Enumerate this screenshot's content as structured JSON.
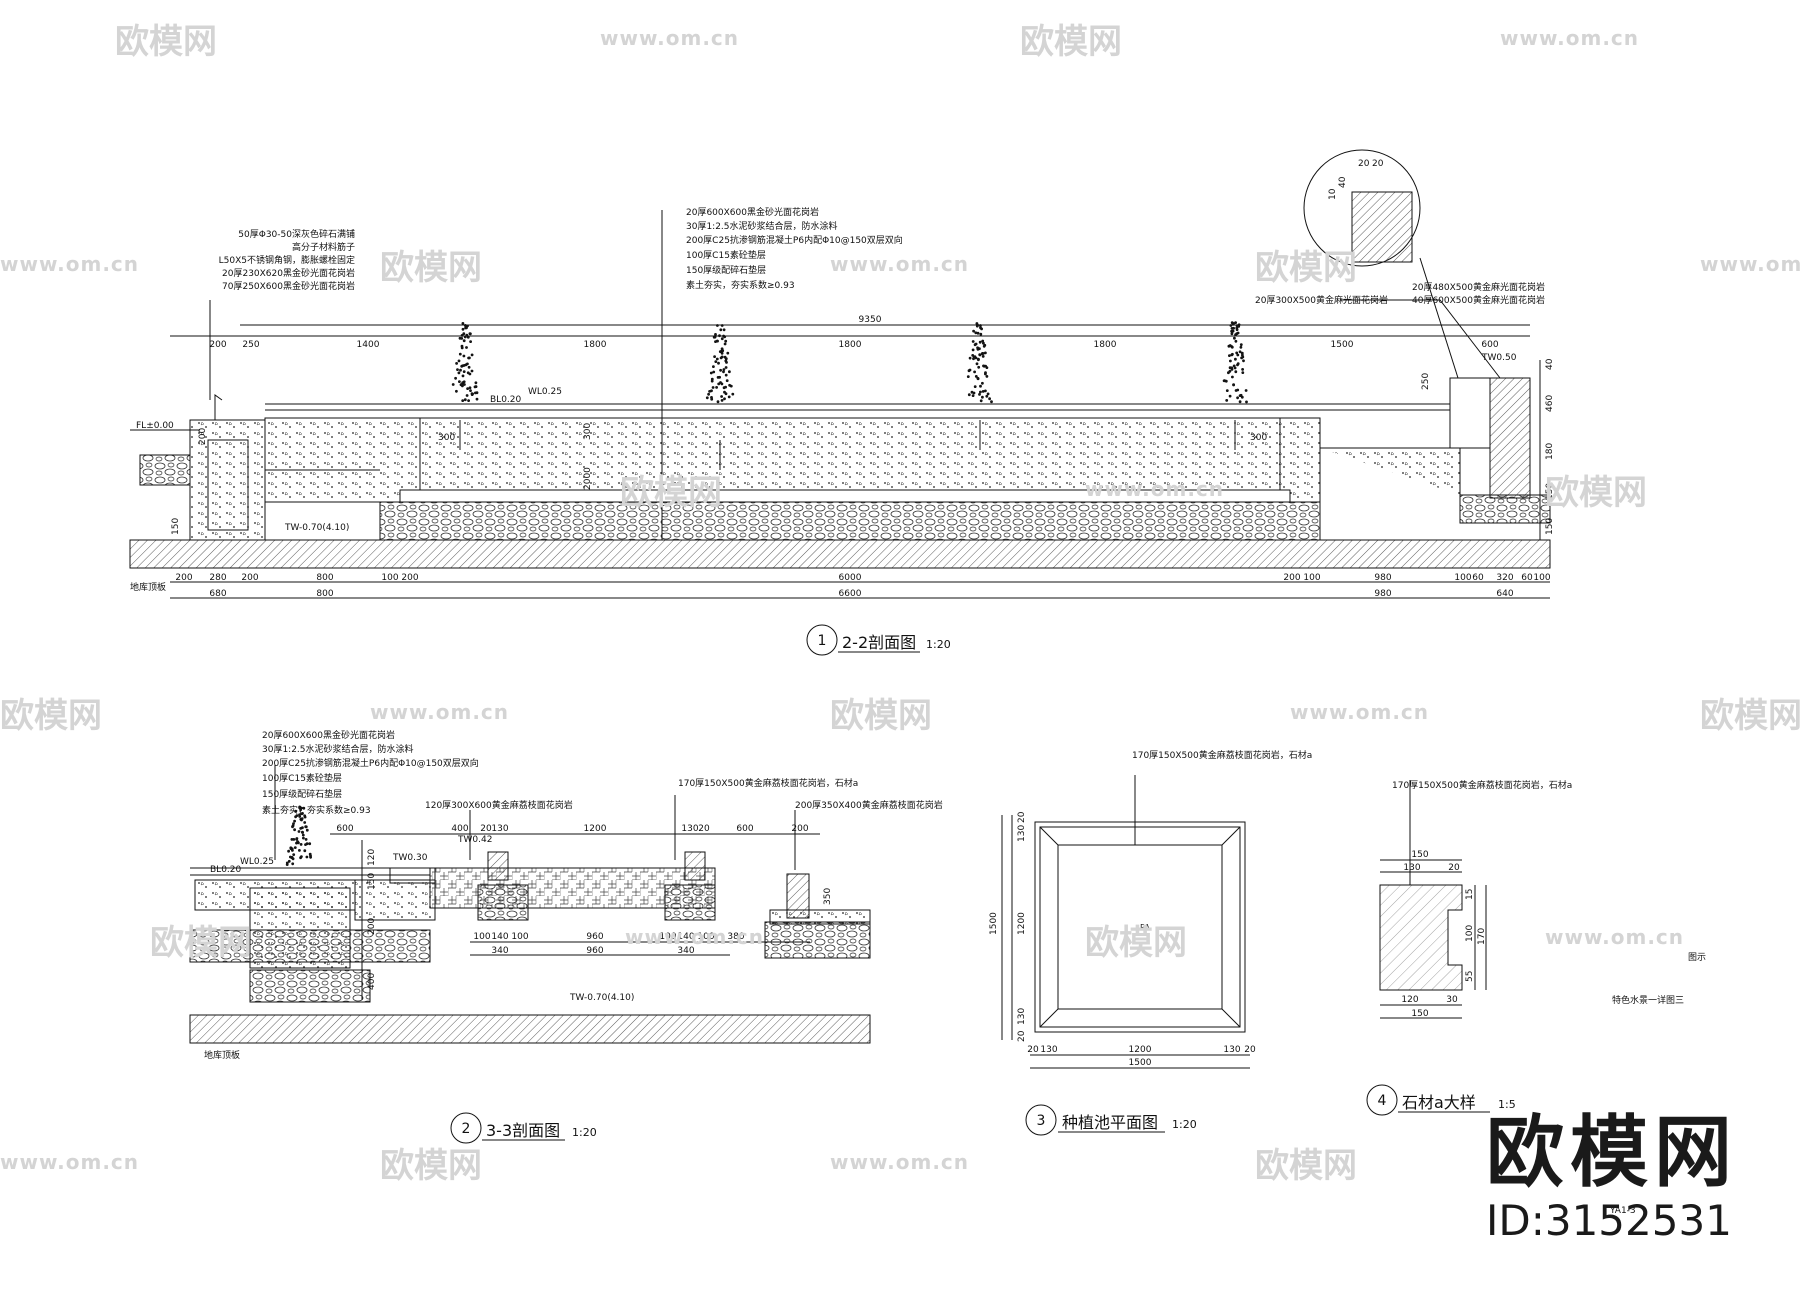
{
  "watermark": {
    "logo_text": "欧模网",
    "url_text": "www.om.cn"
  },
  "brand": {
    "name": "欧模网",
    "id_text": "ID:3152531"
  },
  "drawing1": {
    "number": "1",
    "title": "2-2剖面图",
    "scale": "1:20",
    "callouts_left": [
      "50厚Φ30-50深灰色碎石满铺",
      "高分子材料筋子",
      "L50X5不锈钢角钢，膨胀螺栓固定",
      "20厚230X620黑金砂光面花岗岩",
      "70厚250X600黑金砂光面花岗岩"
    ],
    "callouts_mid": [
      "20厚600X600黑金砂光面花岗岩",
      "30厚1:2.5水泥砂浆结合层，防水涂料",
      "200厚C25抗渗钢筋混凝土P6内配Φ10@150双层双向",
      "100厚C15素砼垫层",
      "150厚级配碎石垫层",
      "素土夯实，夯实系数≥0.93"
    ],
    "callouts_right": [
      "20厚480X500黄金麻光面花岗岩",
      "40厚600X500黄金麻光面花岗岩",
      "20厚300X500黄金麻光面花岗岩"
    ],
    "top_total": "9350",
    "top_dims": [
      "200",
      "250",
      "1400",
      "1800",
      "1800",
      "1800",
      "1500",
      "600"
    ],
    "bottom_dims_row1": [
      "200",
      "280",
      "200",
      "800",
      "100",
      "200",
      "6000",
      "200",
      "100",
      "980",
      "100",
      "60",
      "320",
      "60",
      "100"
    ],
    "bottom_dims_row2": [
      "680",
      "800",
      "6600",
      "980",
      "640"
    ],
    "level_labels": [
      "FL±0.00",
      "BL0.20",
      "WL0.25",
      "TW0.50",
      "TW-0.70(4.10)"
    ],
    "right_dims": [
      "40",
      "460",
      "180",
      "150",
      "150"
    ],
    "inner_labels": [
      "300",
      "300",
      "300",
      "250",
      "2000",
      "200",
      "150"
    ],
    "base_label": "地库顶板",
    "detail_dims": [
      "20",
      "20",
      "10",
      "40"
    ]
  },
  "drawing2": {
    "number": "2",
    "title": "3-3剖面图",
    "scale": "1:20",
    "callouts": [
      "20厚600X600黑金砂光面花岗岩",
      "30厚1:2.5水泥砂浆结合层，防水涂料",
      "200厚C25抗渗钢筋混凝土P6内配Φ10@150双层双向",
      "100厚C15素砼垫层",
      "150厚级配碎石垫层",
      "素土夯实，夯实系数≥0.93"
    ],
    "callout_a": "120厚300X600黄金麻荔枝面花岗岩",
    "callout_b": "170厚150X500黄金麻荔枝面花岗岩，石材a",
    "callout_c": "200厚350X400黄金麻荔枝面花岗岩",
    "top_dims": [
      "600",
      "400",
      "20",
      "130",
      "1200",
      "130",
      "20",
      "600",
      "200"
    ],
    "bottom_dims_row1": [
      "100",
      "140",
      "100",
      "960",
      "100",
      "140",
      "100",
      "380"
    ],
    "bottom_dims_row2": [
      "340",
      "960",
      "340"
    ],
    "level_labels": [
      "BL0.20",
      "WL0.25",
      "TW0.30",
      "TW0.42",
      "TW-0.70(4.10)"
    ],
    "side_dims": [
      "120",
      "150",
      "200",
      "400",
      "350"
    ],
    "base_label": "地库顶板"
  },
  "drawing3": {
    "number": "3",
    "title": "种植池平面图",
    "scale": "1:20",
    "callout": "170厚150X500黄金麻荔枝面花岗岩，石材a",
    "left_dims": [
      "20",
      "130",
      "1200",
      "130",
      "20"
    ],
    "left_total": "1500",
    "bottom_dims": [
      "20",
      "130",
      "1200",
      "130",
      "20"
    ],
    "bottom_total": "1500",
    "center_label": "PA"
  },
  "drawing4": {
    "number": "4",
    "title": "石材a大样",
    "scale": "1:5",
    "callout": "170厚150X500黄金麻荔枝面花岗岩，石材a",
    "top_dims": [
      "150",
      "130",
      "20"
    ],
    "right_dims": [
      "15",
      "100",
      "170",
      "55"
    ],
    "bottom_dims": [
      "120",
      "30",
      "150"
    ]
  },
  "notes": {
    "legend_title": "图示",
    "sheet_title": "特色水景一详图三",
    "sheet_code": "YA1-3"
  }
}
